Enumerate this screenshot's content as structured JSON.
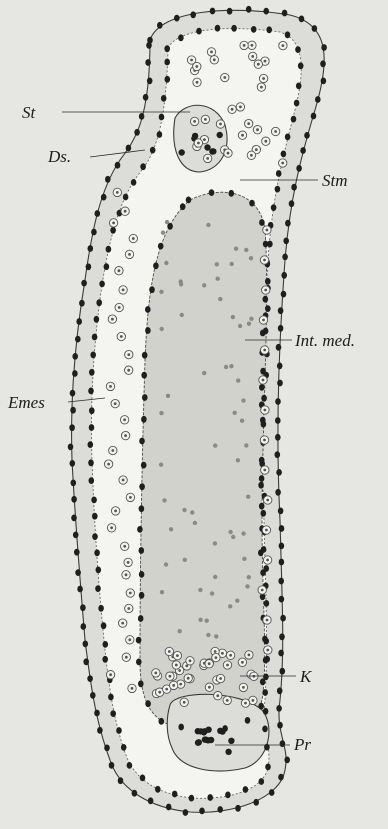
{
  "labels": {
    "st": "St",
    "ds": "Ds.",
    "stm": "Stm",
    "int_med": "Int. med.",
    "emes": "Emes",
    "k": "K",
    "pr": "Pr"
  }
}
